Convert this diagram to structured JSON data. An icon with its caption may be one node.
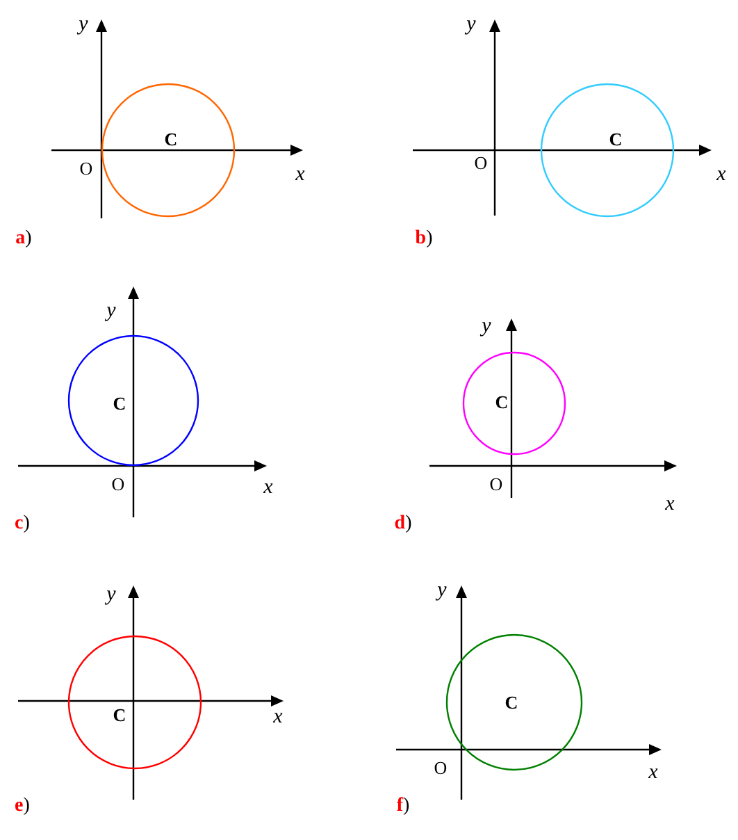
{
  "diagram": {
    "nodes": [
      {
        "text": [
          "C"
        ]
      },
      {
        "text": [
          "C"
        ]
      },
      {
        "text": [
          "C"
        ]
      },
      {
        "text": [
          "C"
        ]
      },
      {
        "text": [
          "C"
        ]
      },
      {
        "text": [
          "C"
        ]
      }
    ],
    "labels": [
      "y",
      "O",
      "x",
      "**a**)",
      "y",
      "O",
      "x",
      "**b**)",
      "y",
      "O",
      "x",
      "**c**)",
      "y",
      "O",
      "x",
      "**d**)",
      "y",
      "x",
      "**e**)",
      "y",
      "O",
      "x",
      "**f**)"
    ]
  }
}
